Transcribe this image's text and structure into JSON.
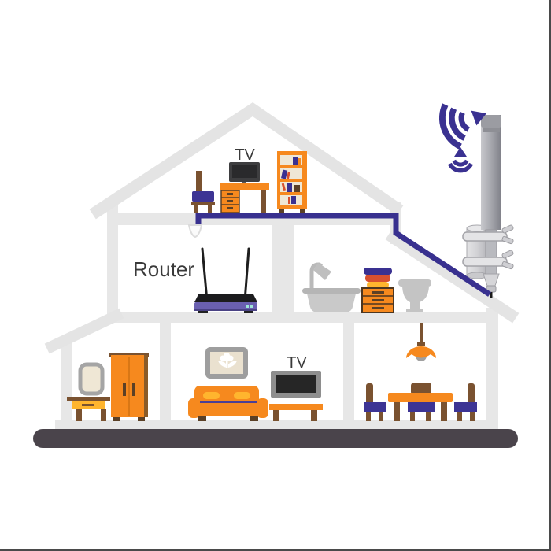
{
  "scene": {
    "description": "Cutaway house illustration showing an outdoor omnidirectional WiFi antenna on a mast, wired by cable through the roof to an indoor router",
    "labels": {
      "attic_tv": "TV",
      "router": "Router",
      "living_tv": "TV"
    },
    "icons": {
      "wifi_signal_large": "wifi-broadcast-arcs-with-triangle",
      "wifi_signal_small": "wifi-receive-arcs-with-triangle",
      "antenna": "omni-antenna-cylinder-on-mast",
      "router_device": "dual-antenna-wifi-router"
    },
    "colors": {
      "accent_orange": "#F6891E",
      "navy": "#3A3191",
      "cable_navy": "#38308F",
      "seat_navy": "#3D3494",
      "router_purple": "#6A60B0",
      "router_purple_dark": "#4A4284",
      "wall_gray": "#E7E7E7",
      "ground_dark": "#4A444B",
      "wood_brown": "#7A5230",
      "wood_dark": "#5B4026",
      "cushion_yellow": "#FFB52E",
      "towel_red": "#D7502F",
      "screen_dark": "#2A2A2C",
      "tv_frame_gray": "#8E8E8E",
      "fixture_gray": "#C4C4C4",
      "picture_frame_gray": "#9E9E9E",
      "cream": "#EFE7D5",
      "metal_gray": "#B0B1B7",
      "label_text": "#3A3A3A"
    }
  }
}
